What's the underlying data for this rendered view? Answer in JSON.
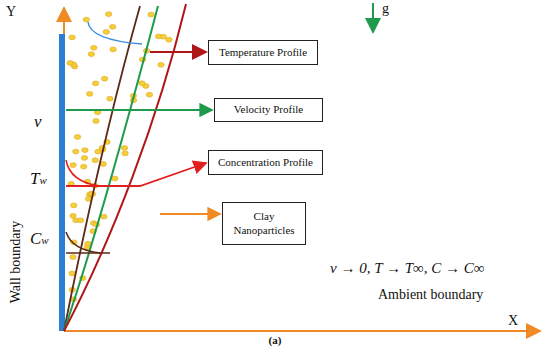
{
  "diagram": {
    "nodes": [
      {
        "text": [
          "Temperature Profile"
        ]
      },
      {
        "text": [
          "Velocity Profile"
        ]
      },
      {
        "text": [
          "Concentration Profile"
        ]
      },
      {
        "text": [
          "Clay Nanoparticles"
        ]
      }
    ],
    "labels": [
      "Y",
      "g",
      "v",
      "Tw",
      "Cw",
      "Wall boundary",
      "v → 0, T → T∞, C → C∞",
      "Ambient boundary",
      "X",
      "(a)"
    ]
  }
}
